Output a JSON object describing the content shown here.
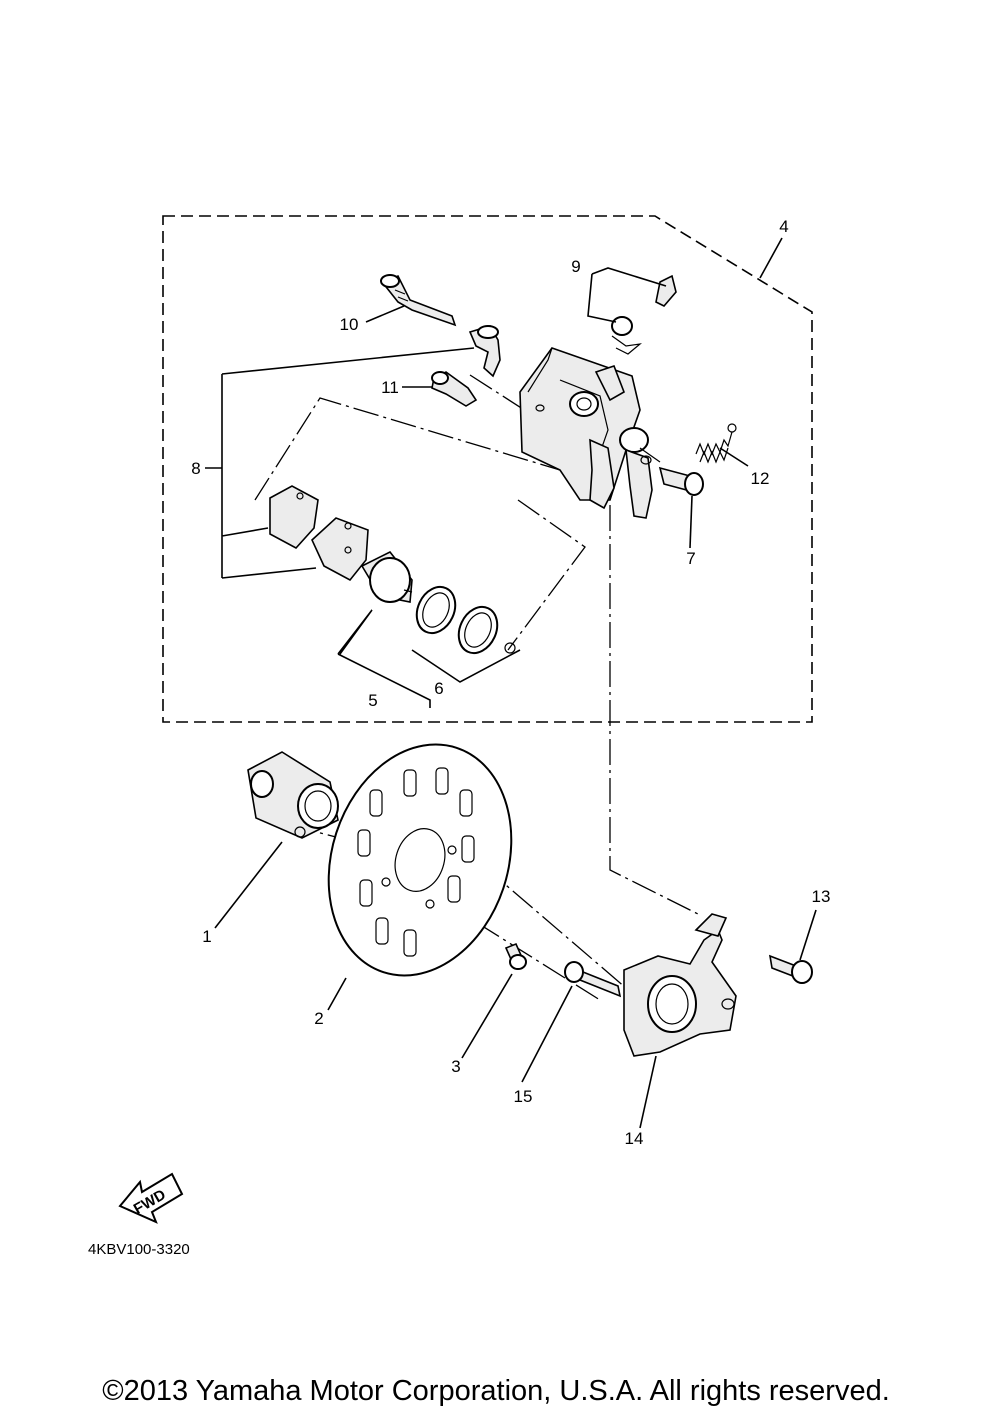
{
  "diagram": {
    "callouts": [
      {
        "id": "1",
        "text": "1"
      },
      {
        "id": "2",
        "text": "2"
      },
      {
        "id": "3",
        "text": "3"
      },
      {
        "id": "4",
        "text": "4"
      },
      {
        "id": "5",
        "text": "5"
      },
      {
        "id": "6",
        "text": "6"
      },
      {
        "id": "7",
        "text": "7"
      },
      {
        "id": "8",
        "text": "8"
      },
      {
        "id": "9",
        "text": "9"
      },
      {
        "id": "10",
        "text": "10"
      },
      {
        "id": "11",
        "text": "11"
      },
      {
        "id": "12",
        "text": "12"
      },
      {
        "id": "13",
        "text": "13"
      },
      {
        "id": "14",
        "text": "14"
      },
      {
        "id": "15",
        "text": "15"
      }
    ],
    "fwd_badge": "FWD",
    "figure_code": "4KBV100-3320",
    "copyright": "©2013 Yamaha Motor Corporation, U.S.A. All rights reserved."
  }
}
